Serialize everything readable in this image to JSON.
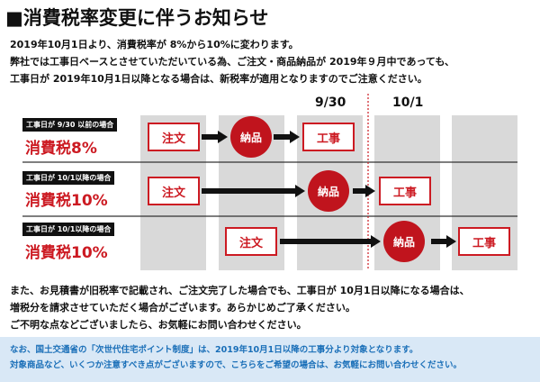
{
  "title": "■消費税率変更に伴うお知らせ",
  "intro": {
    "line1": "2019年10月1日より、消費税率が 8%から10%に変わります。",
    "line2": "弊社では工事日ベースとさせていただいている為、ご注文・商品納品が 2019年９月中であっても、",
    "line3": "工事日が 2019年10月1日以降となる場合は、新税率が適用となりますのでご注意ください。"
  },
  "columns": {
    "sep": "9/30",
    "oct": "10/1"
  },
  "rows": [
    {
      "condition": "工事日が 9/30 以前の場合",
      "rate": "消費税8%",
      "order": "注文",
      "delivery": "納品",
      "construction": "工事"
    },
    {
      "condition": "工事日が 10/1以降の場合",
      "rate": "消費税10%",
      "order": "注文",
      "delivery": "納品",
      "construction": "工事"
    },
    {
      "condition": "工事日が 10/1以降の場合",
      "rate": "消費税10%",
      "order": "注文",
      "delivery": "納品",
      "construction": "工事"
    }
  ],
  "note": {
    "line1": "また、お見積書が旧税率で記載され、ご注文完了した場合でも、工事日が 10月1日以降になる場合は、",
    "line2": "増税分を請求させていただく場合がございます。あらかじめご了承ください。",
    "line3": "ご不明な点などございましたら、お気軽にお問い合わせください。"
  },
  "footer": {
    "line1": "なお、国土交通省の「次世代住宅ポイント制度」は、2019年10月1日以降の工事分より対象となります。",
    "line2": "対象商品など、いくつか注意すべき点がございますので、こちらをご希望の場合は、お気軽にお問い合わせください。"
  },
  "colors": {
    "accent": "#cc1a22",
    "column_bg": "#d9d9d9",
    "divider": "#cc1a22",
    "footer_bg": "#d9e8f6",
    "footer_text": "#1a6fb8"
  }
}
